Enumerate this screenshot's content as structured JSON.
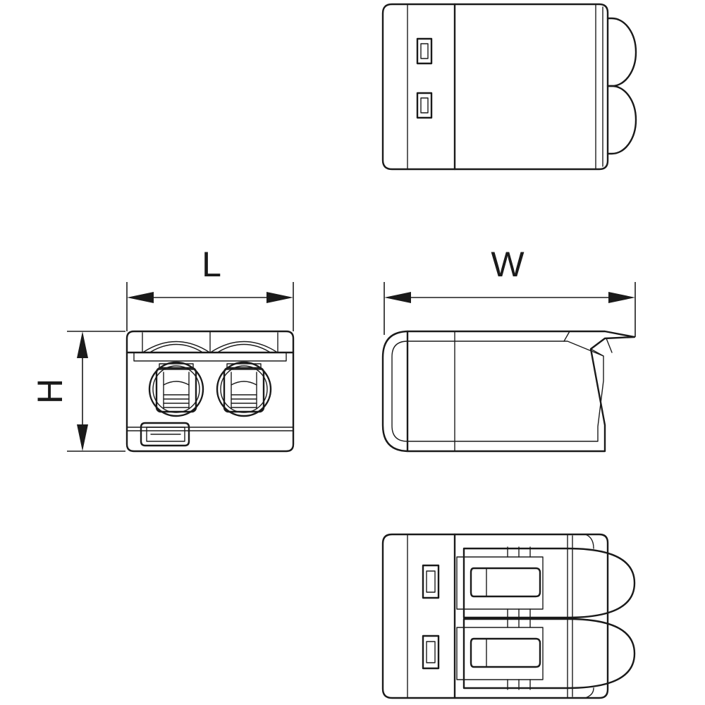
{
  "dimensions": {
    "length_label": "L",
    "width_label": "W",
    "height_label": "H"
  },
  "colors": {
    "line": "#1a1a1a",
    "background": "#ffffff"
  }
}
